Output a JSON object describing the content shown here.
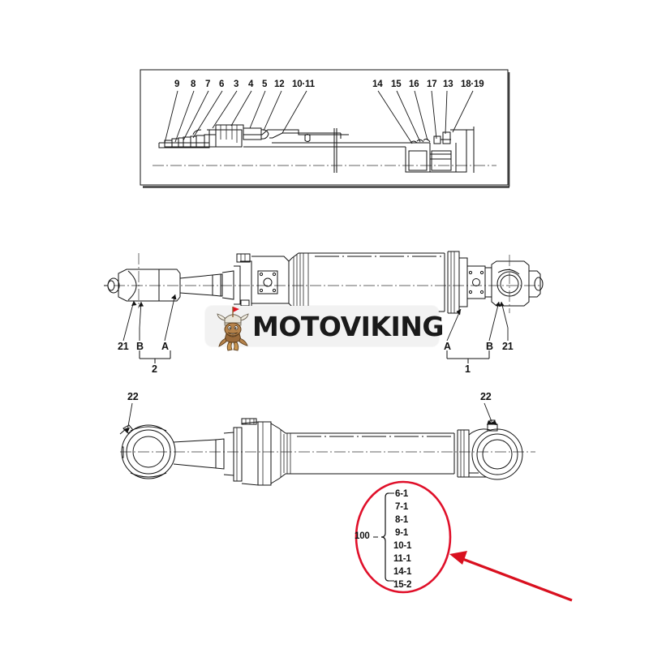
{
  "page": {
    "background_color": "#ffffff",
    "line_color": "#111111",
    "accent_red": "#e0102a",
    "watermark_text": "MOTOVIKING",
    "watermark_logo_icon": "viking-mascot-icon"
  },
  "section_crosssection": {
    "name": "hydraulic-cylinder-cross-section",
    "left_callouts": [
      "9",
      "8",
      "7",
      "6",
      "3",
      "4",
      "5",
      "12",
      "10·11"
    ],
    "right_callouts": [
      "14",
      "15",
      "16",
      "17",
      "13",
      "18·19"
    ]
  },
  "section_assembly_upper": {
    "name": "cylinder-assembly-upper-view",
    "left_labels": [
      "21",
      "B",
      "A"
    ],
    "left_bracket_label": "2",
    "right_labels": [
      "A",
      "B",
      "21"
    ],
    "right_bracket_label": "1"
  },
  "section_assembly_lower": {
    "name": "cylinder-assembly-lower-view",
    "left_label": "22",
    "right_label": "22"
  },
  "callout_bubble": {
    "name": "highlighted-parts-callout",
    "group_label": "100",
    "items": [
      "6-1",
      "7-1",
      "8-1",
      "9-1",
      "10-1",
      "11-1",
      "14-1",
      "15-2"
    ],
    "ellipse_color": "#e0102a",
    "arrow_color": "#d9101f"
  }
}
